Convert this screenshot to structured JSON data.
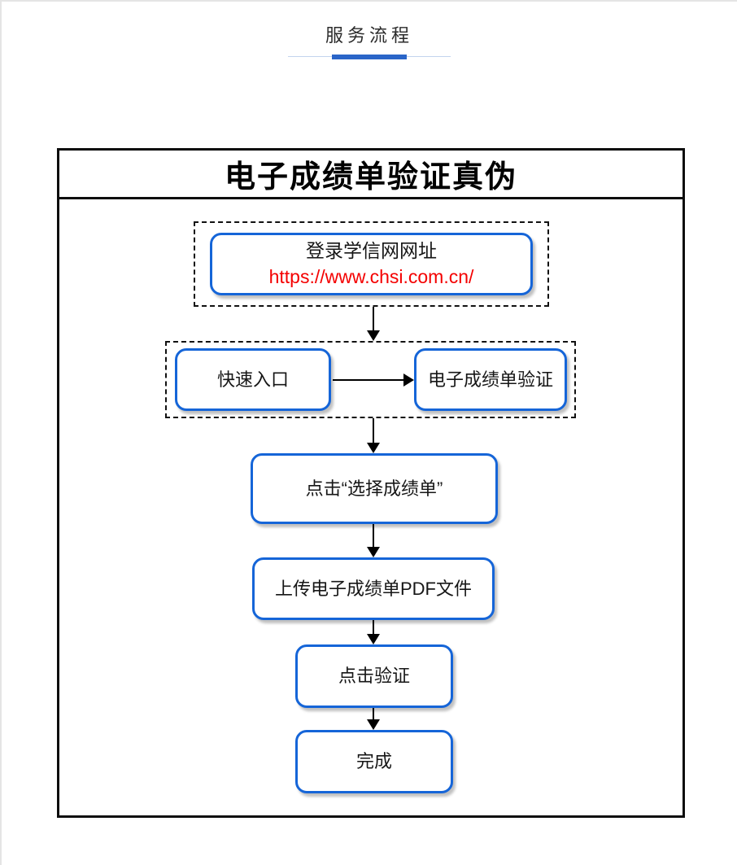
{
  "header": {
    "title": "服务流程"
  },
  "flow": {
    "title": "电子成绩单验证真伪",
    "step1": {
      "line1": "登录学信网网址",
      "url": "https://www.chsi.com.cn/"
    },
    "step2": {
      "left": "快速入口",
      "right": "电子成绩单验证"
    },
    "step3": "点击“选择成绩单”",
    "step4": "上传电子成绩单PDF文件",
    "step5": "点击验证",
    "step6": "完成"
  },
  "colors": {
    "node_border_blue": "#1565d8",
    "underline_blue": "#2a65c8",
    "url_red": "#f40000",
    "box_border_black": "#0d0d0d"
  }
}
